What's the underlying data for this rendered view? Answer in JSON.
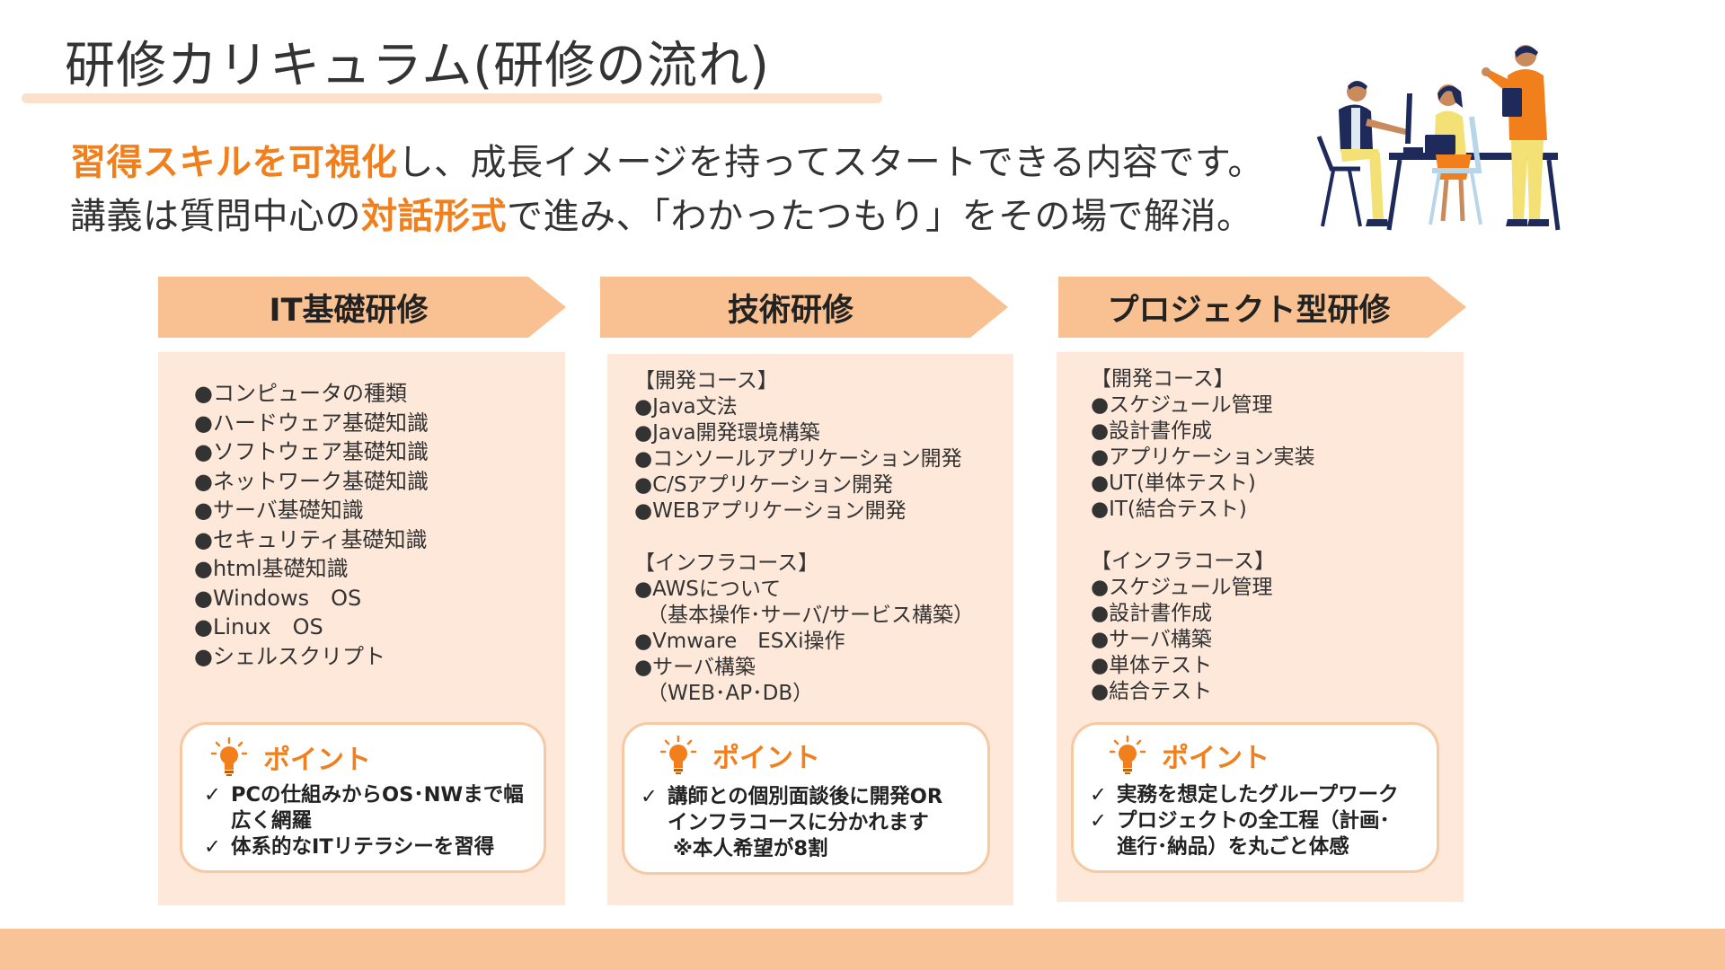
{
  "title": "研修カリキュラム(研修の流れ)",
  "lead": {
    "line1": [
      {
        "text": "習得スキルを可視化",
        "highlight": true
      },
      {
        "text": "し、成長イメージを持ってスタートできる内容です。",
        "highlight": false
      }
    ],
    "line2": [
      {
        "text": "講義は質問中心の",
        "highlight": false
      },
      {
        "text": "対話形式",
        "highlight": true
      },
      {
        "text": "で進み、「わかったつもり」をその場で解消。",
        "highlight": false
      }
    ]
  },
  "colors": {
    "accent": "#f07f1c",
    "header_arrow": "#f9c192",
    "panel": "#fde8da",
    "point_border": "#f6c9a3",
    "footer": "#f8c397"
  },
  "illustration": {
    "icon": "team-working-illustration"
  },
  "columns": [
    {
      "header": "IT基礎研修",
      "items": [
        "●コンピュータの種類",
        "●ハードウェア基礎知識",
        "●ソフトウェア基礎知識",
        "●ネットワーク基礎知識",
        "●サーバ基礎知識",
        "●セキュリティ基礎知識",
        "●html基礎知識",
        "●Windows　OS",
        "●Linux　OS",
        "●シェルスクリプト"
      ],
      "point_title": "ポイント",
      "point_items": [
        "PCの仕組みからOS･NWまで幅",
        "広く網羅",
        "体系的なITリテラシーを習得"
      ]
    },
    {
      "header": "技術研修",
      "items": [
        "【開発コース】",
        "●Java文法",
        "●Java開発環境構築",
        "●コンソールアプリケーション開発",
        "●C/Sアプリケーション開発",
        "●WEBアプリケーション開発",
        "",
        "【インフラコース】",
        "●AWSについて",
        "（基本操作･サーバ/サービス構築）",
        "●Vmware　ESXi操作",
        "●サーバ構築",
        "（WEB･AP･DB）"
      ],
      "point_title": "ポイント",
      "point_items": [
        "講師との個別面談後に開発OR",
        "インフラコースに分かれます",
        "※本人希望が8割"
      ]
    },
    {
      "header": "プロジェクト型研修",
      "items": [
        "【開発コース】",
        "●スケジュール管理",
        "●設計書作成",
        "●アプリケーション実装",
        "●UT(単体テスト)",
        "●IT(結合テスト)",
        "",
        "【インフラコース】",
        "●スケジュール管理",
        "●設計書作成",
        "●サーバ構築",
        "●単体テスト",
        "●結合テスト"
      ],
      "point_title": "ポイント",
      "point_items": [
        "実務を想定したグループワーク",
        "プロジェクトの全工程（計画･",
        "進行･納品）を丸ごと体感"
      ]
    }
  ]
}
